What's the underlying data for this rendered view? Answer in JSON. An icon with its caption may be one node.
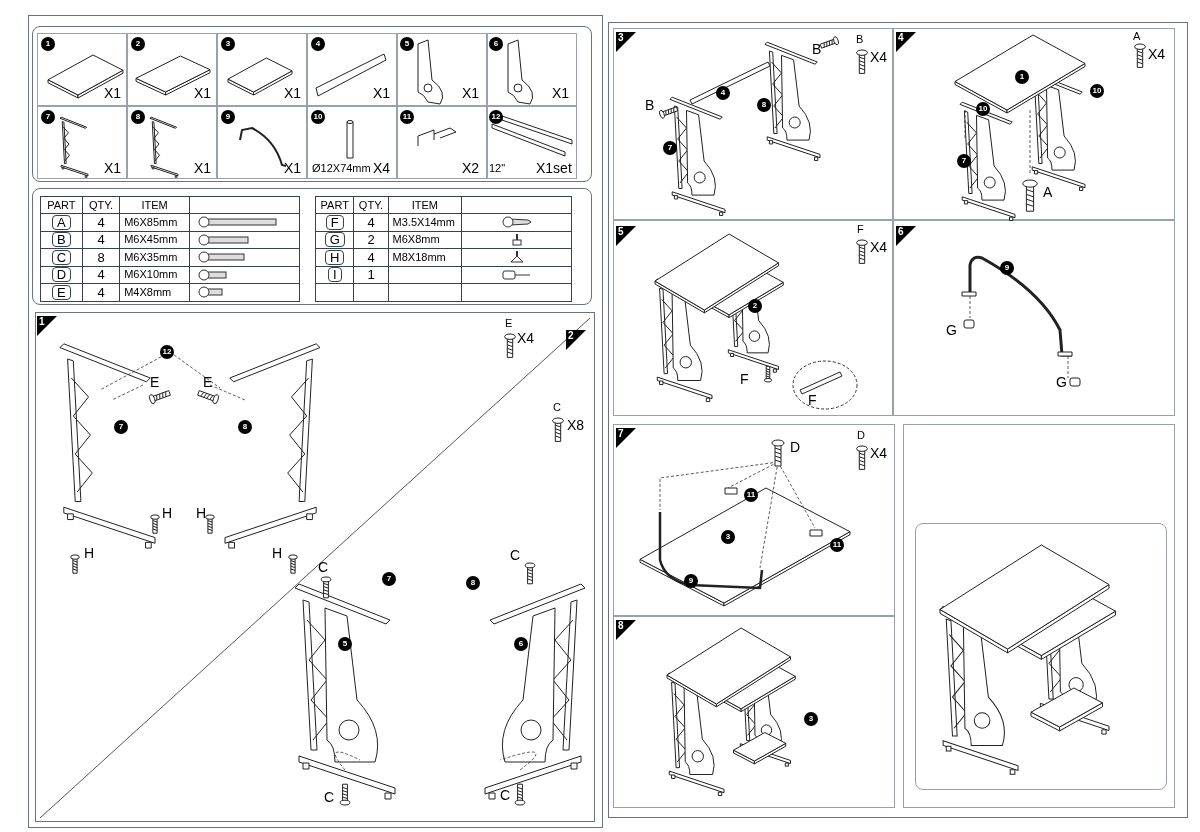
{
  "diagram": {
    "labels": [
      "1",
      "X1",
      "2",
      "X1",
      "3",
      "X1",
      "4",
      "X1",
      "5",
      "X1",
      "6",
      "X1",
      "7",
      "X1",
      "8",
      "X1",
      "9",
      "X1",
      "10",
      "Ø12X74mm",
      "X4",
      "11",
      "X2",
      "12",
      "12\"",
      "X1set",
      "PART",
      "QTY.",
      "ITEM",
      "A",
      "4",
      "M6X85mm",
      "B",
      "4",
      "M6X45mm",
      "C",
      "8",
      "M6X35mm",
      "D",
      "4",
      "M6X10mm",
      "E",
      "4",
      "M4X8mm",
      "PART",
      "QTY.",
      "ITEM",
      "F",
      "4",
      "M3.5X14mm",
      "G",
      "2",
      "M6X8mm",
      "H",
      "4",
      "M8X18mm",
      "I",
      "1",
      "1",
      "E",
      "X4",
      "12",
      "E",
      "E",
      "7",
      "8",
      "H",
      "H",
      "H",
      "H",
      "2",
      "C",
      "X8",
      "C",
      "7",
      "5",
      "C",
      "8",
      "6",
      "C",
      "C",
      "3",
      "B",
      "B",
      "X4",
      "B",
      "4",
      "8",
      "7",
      "4",
      "A",
      "X4",
      "1",
      "10",
      "10",
      "7",
      "A",
      "5",
      "F",
      "X4",
      "2",
      "F",
      "F",
      "6",
      "9",
      "G",
      "G",
      "7",
      "D",
      "D",
      "X4",
      "11",
      "11",
      "3",
      "9",
      "8",
      "3"
    ]
  }
}
